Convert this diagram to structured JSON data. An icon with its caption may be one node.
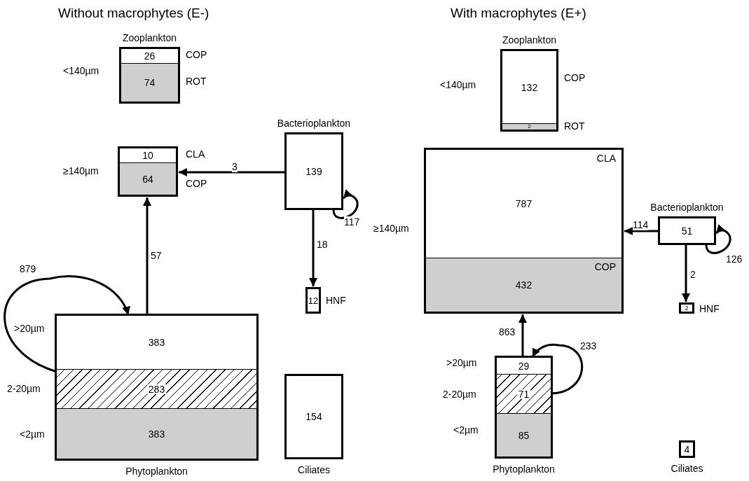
{
  "diagram": {
    "nodes": [
      {
        "text": [
          "Zooplankton"
        ],
        "beside": [
          "<140µm"
        ]
      },
      {
        "text": [
          "26"
        ],
        "in": 0,
        "beside": [
          "COP"
        ]
      },
      {
        "text": [
          "74"
        ],
        "in": 0,
        "beside": [
          "ROT"
        ]
      },
      {
        "text": [],
        "shape": "box",
        "beside": [
          "≥140µm"
        ]
      },
      {
        "text": [
          "10"
        ],
        "in": 3,
        "beside": [
          "CLA"
        ]
      },
      {
        "text": [
          "64"
        ],
        "in": 3,
        "beside": [
          "COP"
        ]
      },
      {
        "text": [
          "Bacterioplankton",
          "139"
        ]
      },
      {
        "text": [
          "12"
        ],
        "beside": [
          "HNF"
        ]
      },
      {
        "text": [
          "Phytoplankton"
        ]
      },
      {
        "text": [
          "383"
        ],
        "in": 8,
        "beside": [
          ">20µm"
        ]
      },
      {
        "text": [
          "283"
        ],
        "in": 8,
        "beside": [
          "2-20µm"
        ]
      },
      {
        "text": [
          "383"
        ],
        "in": 8,
        "beside": [
          "<2µm"
        ]
      },
      {
        "text": [
          "154",
          "Ciliates"
        ]
      },
      {
        "text": [
          "Zooplankton"
        ],
        "beside": [
          "<140µm"
        ]
      },
      {
        "text": [
          "132"
        ],
        "in": 13,
        "beside": [
          "COP"
        ]
      },
      {
        "text": [
          "2"
        ],
        "in": 13,
        "beside": [
          "ROT"
        ]
      },
      {
        "text": [],
        "shape": "box",
        "beside": [
          "≥140µm"
        ]
      },
      {
        "text": [
          "CLA",
          "787"
        ],
        "in": 16
      },
      {
        "text": [
          "COP",
          "432"
        ],
        "in": 16
      },
      {
        "text": [
          "Bacterioplankton",
          "51"
        ]
      },
      {
        "text": [
          "2"
        ],
        "beside": [
          "HNF"
        ]
      },
      {
        "text": [
          "Phytoplankton"
        ]
      },
      {
        "text": [
          "29"
        ],
        "in": 21,
        "beside": [
          ">20µm"
        ]
      },
      {
        "text": [
          "71"
        ],
        "in": 21,
        "beside": [
          "2-20µm"
        ]
      },
      {
        "text": [
          "85"
        ],
        "in": 21,
        "beside": [
          "<2µm"
        ]
      },
      {
        "text": [
          "4",
          "Ciliates"
        ]
      }
    ],
    "edges": [
      {
        "from": 6,
        "to": 3,
        "arrow": "to",
        "label": "3"
      },
      {
        "from": 6,
        "to": 6,
        "arrow": "to",
        "label": "117"
      },
      {
        "from": 6,
        "to": 7,
        "arrow": "to",
        "label": "18"
      },
      {
        "from": 8,
        "to": 3,
        "arrow": "to",
        "label": "57"
      },
      {
        "from": 10,
        "to": 9,
        "arrow": "to",
        "label": "879"
      },
      {
        "from": 19,
        "to": 16,
        "arrow": "to",
        "label": "114"
      },
      {
        "from": 19,
        "to": 19,
        "arrow": "to",
        "label": "126"
      },
      {
        "from": 19,
        "to": 20,
        "arrow": "to",
        "label": "2"
      },
      {
        "from": 21,
        "to": 16,
        "arrow": "to",
        "label": "863"
      },
      {
        "from": 23,
        "to": 22,
        "arrow": "to",
        "label": "233"
      }
    ],
    "labels": [
      "Without macrophytes (E-)",
      "With macrophytes (E+)"
    ]
  }
}
